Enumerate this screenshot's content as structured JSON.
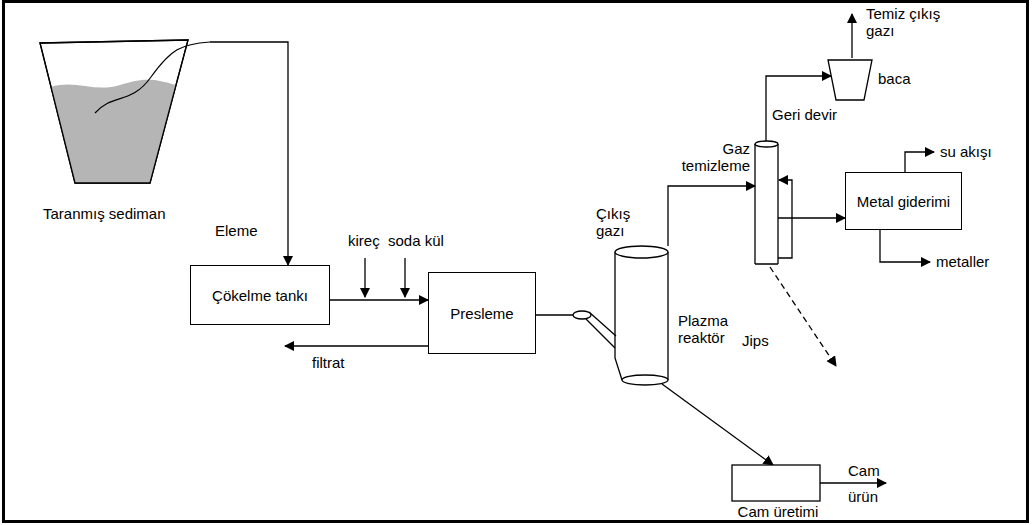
{
  "diagram": {
    "nodes": [
      {
        "text": [
          "Taranmış sediman"
        ]
      },
      {
        "text": [
          "Çökelme tankı"
        ]
      },
      {
        "text": [
          "Presleme"
        ]
      },
      {
        "text": [
          "Plazma reaktör"
        ]
      },
      {
        "text": [
          "Gaz temizleme"
        ]
      },
      {
        "text": [
          "baca"
        ]
      },
      {
        "text": [
          "Metal giderimi"
        ]
      },
      {
        "text": [
          "Cam üretimi"
        ]
      }
    ],
    "edges": [
      {
        "from": 0,
        "to": 1,
        "arrow": "to"
      },
      {
        "from": 1,
        "to": 2,
        "arrow": "to"
      },
      {
        "from": 2,
        "to": 3,
        "arrow": "none"
      },
      {
        "from": 3,
        "to": 4,
        "arrow": "to"
      },
      {
        "from": 4,
        "to": 5,
        "arrow": "to"
      },
      {
        "from": 4,
        "to": 6,
        "arrow": "to"
      },
      {
        "from": 3,
        "to": 7,
        "arrow": "to"
      }
    ],
    "labels": [
      "Temiz çıkış gazı",
      "Eleme",
      "kireç",
      "soda kül",
      "Çıkış gazı",
      "Geri devir",
      "su akışı",
      "metaller",
      "Jips",
      "filtrat",
      "Cam ürün"
    ]
  }
}
